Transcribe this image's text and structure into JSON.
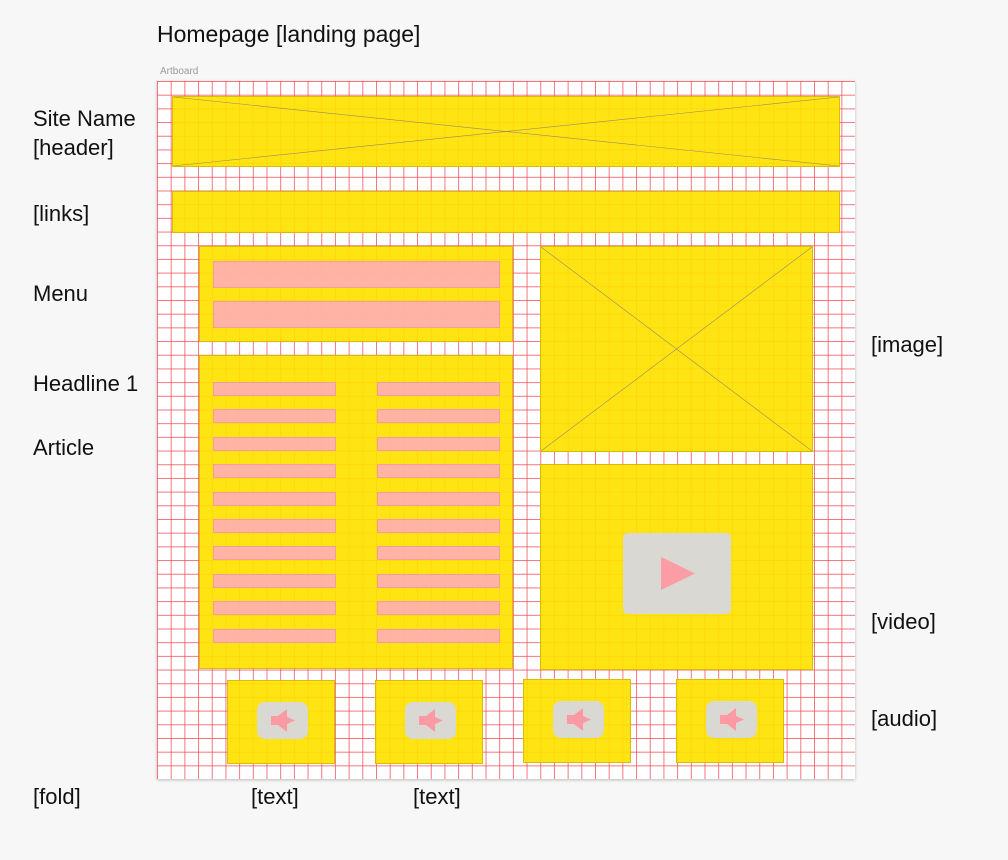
{
  "page": {
    "title": "Homepage [landing page]",
    "artboard_label": "Artboard"
  },
  "labels": {
    "site_name": "Site Name",
    "header": "[header]",
    "links": "[links]",
    "menu": "Menu",
    "headline": "Headline 1",
    "article": "Article",
    "image": "[image]",
    "video": "[video]",
    "audio": "[audio]",
    "fold": "[fold]",
    "text_1": "[text]",
    "text_2": "[text]"
  },
  "colors": {
    "block": "#ffe200",
    "text_bar": "#ffaabe",
    "grid_line": "#f04650",
    "media_placeholder": "#d7d7dc"
  },
  "icons": {
    "image_placeholder": "x-mark-icon",
    "video_player": "play-icon",
    "audio_player": "speaker-icon"
  }
}
